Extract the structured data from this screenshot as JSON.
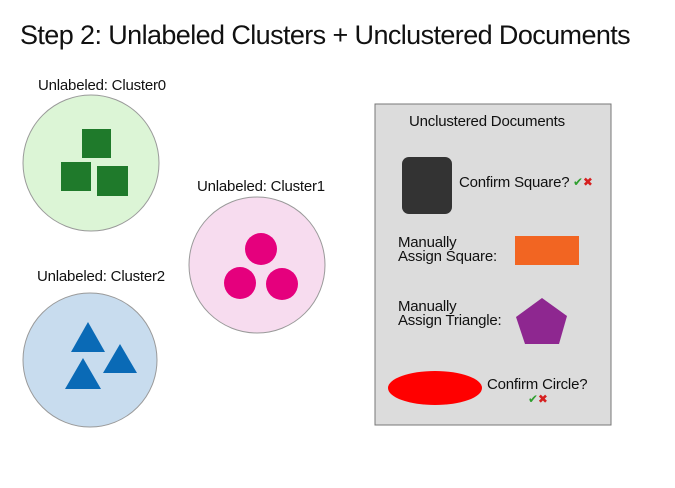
{
  "title": "Step 2: Unlabeled Clusters + Unclustered Documents",
  "clusters": [
    {
      "label": "Unlabeled: Cluster0",
      "fill": "#dcf5d6",
      "shape_color": "#1f7a2b",
      "shape": "square"
    },
    {
      "label": "Unlabeled: Cluster1",
      "fill": "#f7dcef",
      "shape_color": "#e5007d",
      "shape": "circle"
    },
    {
      "label": "Unlabeled: Cluster2",
      "fill": "#c8dcee",
      "shape_color": "#0a6ab6",
      "shape": "triangle"
    }
  ],
  "panel": {
    "title": "Unclustered Documents",
    "fill": "#dcdcdc",
    "items": [
      {
        "text_lines": [
          "Confirm Square?"
        ],
        "shape": "rounded-square",
        "shape_color": "#333333",
        "has_confirm": true
      },
      {
        "text_lines": [
          "Manually",
          "Assign Square:"
        ],
        "shape": "rectangle",
        "shape_color": "#f26522",
        "has_confirm": false
      },
      {
        "text_lines": [
          "Manually",
          "Assign Triangle:"
        ],
        "shape": "pentagon",
        "shape_color": "#8e2790",
        "has_confirm": false
      },
      {
        "text_lines": [
          "Confirm Circle?"
        ],
        "shape": "ellipse",
        "shape_color": "#ff0000",
        "has_confirm": true
      }
    ],
    "check_glyph": "✔",
    "cross_glyph": "✖",
    "check_color": "#2e9e2e",
    "cross_color": "#d62020"
  }
}
